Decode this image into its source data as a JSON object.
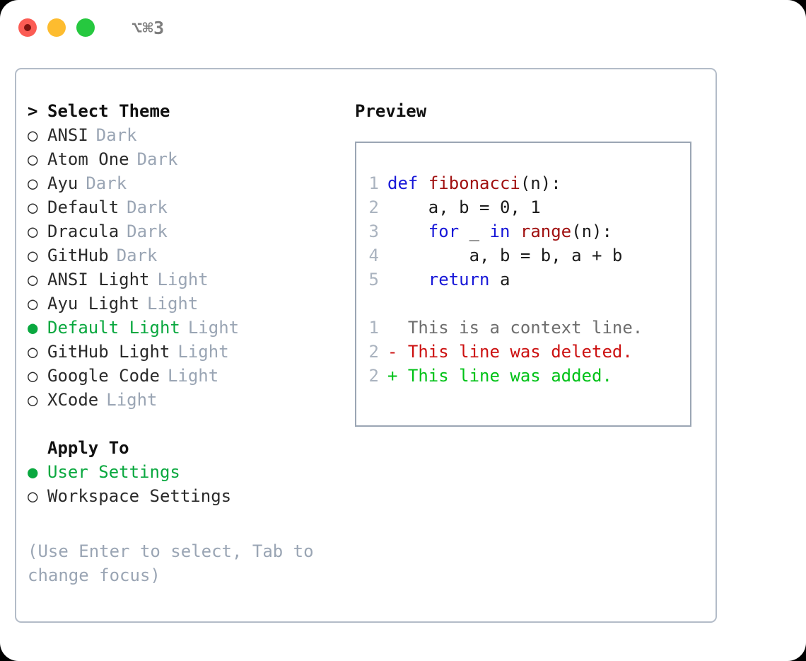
{
  "window": {
    "shortcut": "⌥⌘3",
    "traffic_lights": [
      {
        "name": "close",
        "color": "#fb5c54"
      },
      {
        "name": "minimize",
        "color": "#fdbc2f"
      },
      {
        "name": "maximize",
        "color": "#26c83f"
      }
    ]
  },
  "theme_list": {
    "header": "Select Theme",
    "header_marker": ">",
    "marker_unselected": "○",
    "marker_selected": "●",
    "accent_color": "#0aa83f",
    "tag_color": "#9aa5b4",
    "items": [
      {
        "label": "ANSI",
        "tag": "Dark",
        "selected": false
      },
      {
        "label": "Atom One",
        "tag": "Dark",
        "selected": false
      },
      {
        "label": "Ayu",
        "tag": "Dark",
        "selected": false
      },
      {
        "label": "Default",
        "tag": "Dark",
        "selected": false
      },
      {
        "label": "Dracula",
        "tag": "Dark",
        "selected": false
      },
      {
        "label": "GitHub",
        "tag": "Dark",
        "selected": false
      },
      {
        "label": "ANSI Light",
        "tag": "Light",
        "selected": false
      },
      {
        "label": "Ayu Light",
        "tag": "Light",
        "selected": false
      },
      {
        "label": "Default Light",
        "tag": "Light",
        "selected": true
      },
      {
        "label": "GitHub Light",
        "tag": "Light",
        "selected": false
      },
      {
        "label": "Google Code",
        "tag": "Light",
        "selected": false
      },
      {
        "label": "XCode",
        "tag": "Light",
        "selected": false
      }
    ]
  },
  "apply_to": {
    "header": "Apply To",
    "items": [
      {
        "label": "User Settings",
        "selected": true
      },
      {
        "label": "Workspace Settings",
        "selected": false
      }
    ]
  },
  "hint": "(Use Enter to select, Tab to change focus)",
  "preview": {
    "title": "Preview",
    "code_lines": [
      {
        "num": "1",
        "indent": "",
        "tokens": [
          {
            "t": "def",
            "c": "kw"
          },
          {
            "t": " ",
            "c": ""
          },
          {
            "t": "fibonacci",
            "c": "fn"
          },
          {
            "t": "(n):",
            "c": ""
          }
        ]
      },
      {
        "num": "2",
        "indent": "    ",
        "tokens": [
          {
            "t": "a, b = 0, 1",
            "c": ""
          }
        ]
      },
      {
        "num": "3",
        "indent": "    ",
        "tokens": [
          {
            "t": "for",
            "c": "kw"
          },
          {
            "t": " _ ",
            "c": ""
          },
          {
            "t": "in",
            "c": "kw"
          },
          {
            "t": " ",
            "c": ""
          },
          {
            "t": "range",
            "c": "fn"
          },
          {
            "t": "(n):",
            "c": ""
          }
        ]
      },
      {
        "num": "4",
        "indent": "        ",
        "tokens": [
          {
            "t": "a, b = b, a + b",
            "c": ""
          }
        ]
      },
      {
        "num": "5",
        "indent": "    ",
        "tokens": [
          {
            "t": "return",
            "c": "kw"
          },
          {
            "t": " a",
            "c": ""
          }
        ]
      }
    ],
    "diff_lines": [
      {
        "num": "1",
        "sign": " ",
        "text": "This is a context line.",
        "c": "ctx"
      },
      {
        "num": "2",
        "sign": "-",
        "text": "This line was deleted.",
        "c": "del"
      },
      {
        "num": "2",
        "sign": "+",
        "text": "This line was added.",
        "c": "add"
      }
    ]
  }
}
